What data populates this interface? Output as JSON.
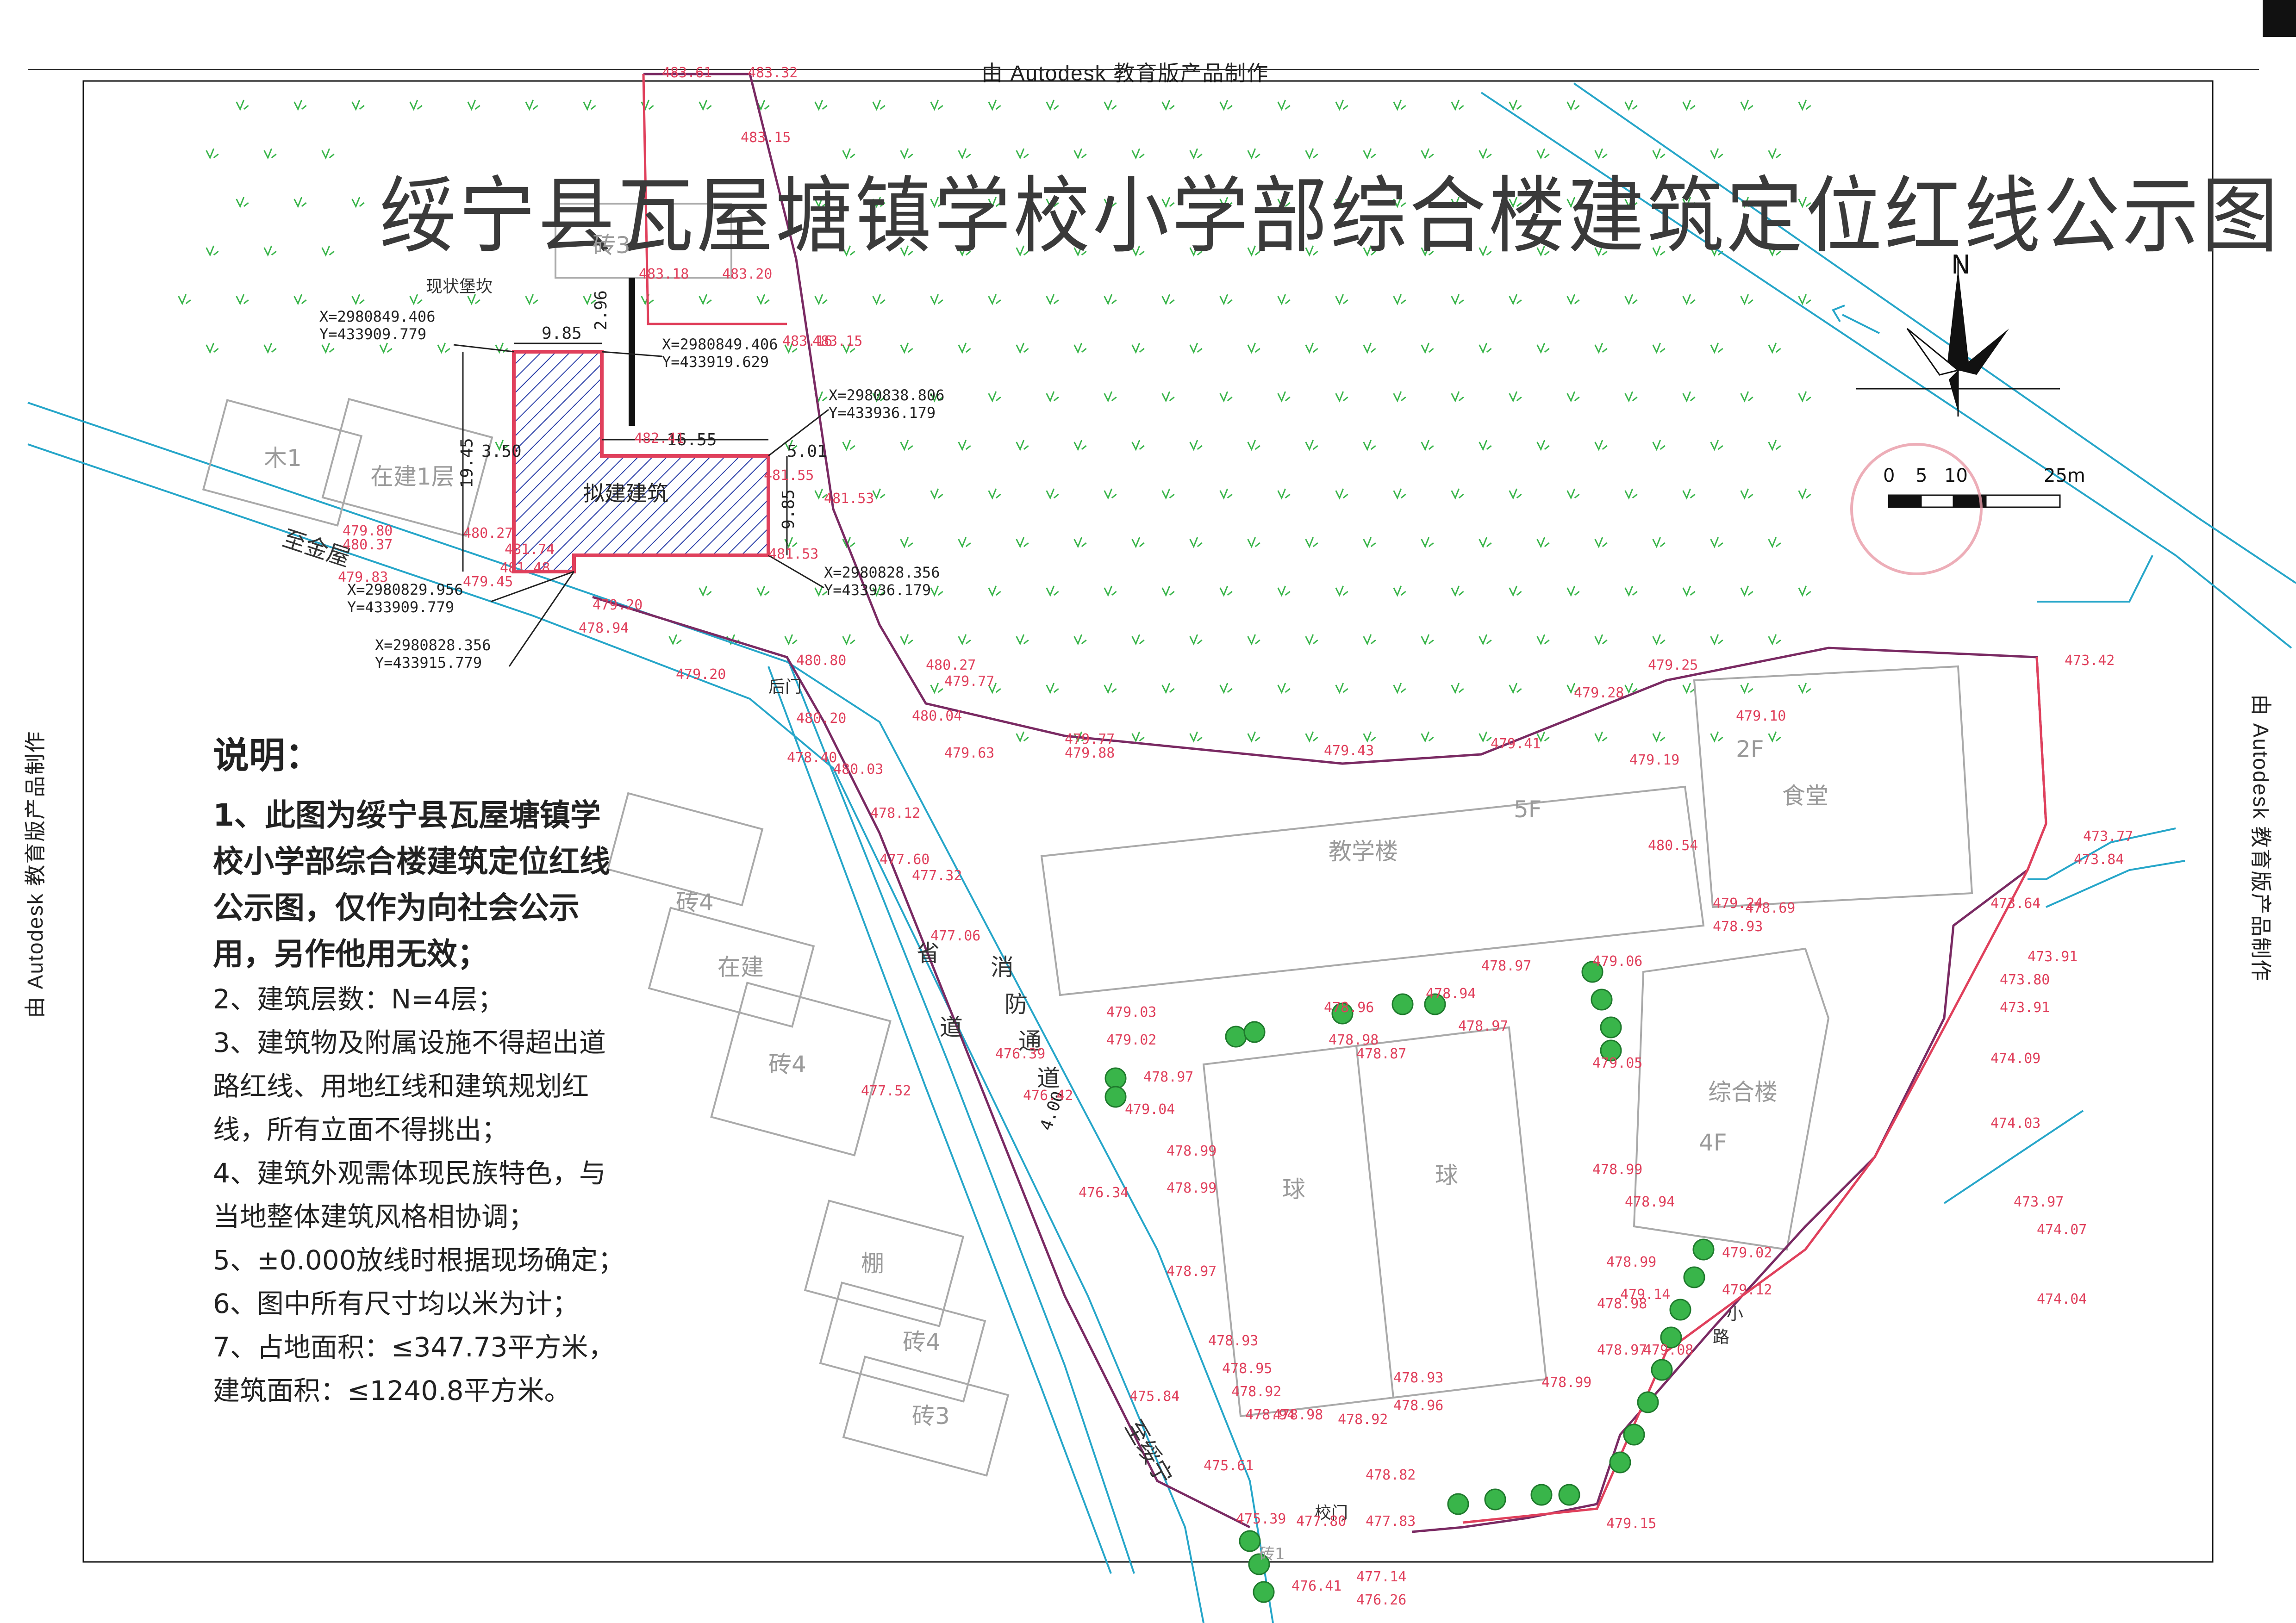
{
  "watermark": "由 Autodesk 教育版产品制作",
  "title": "绥宁县瓦屋塘镇学校小学部综合楼建筑定位红线公示图",
  "notes": {
    "heading": "说明：",
    "item1": "1、此图为绥宁县瓦屋塘镇学校小学部综合楼建筑定位红线公示图，仅作为向社会公示用，另作他用无效；",
    "item2": "2、建筑层数：N=4层；",
    "item3": "3、建筑物及附属设施不得超出道路红线、用地红线和建筑规划红线，所有立面不得挑出；",
    "item4": "4、建筑外观需体现民族特色，与当地整体建筑风格相协调；",
    "item5": "5、±0.000放线时根据现场确定；",
    "item6": "6、图中所有尺寸均以米为计；",
    "item7": "7、占地面积：≤347.73平方米，建筑面积：≤1240.8平方米。"
  },
  "north": {
    "letter": "N"
  },
  "scale_bar": {
    "t0": "0",
    "t5": "5",
    "t10": "10",
    "t25": "25m"
  },
  "coords": {
    "c1": "X=2980849.406\nY=433909.779",
    "c2": "X=2980849.406\nY=433919.629",
    "c3": "X=2980838.806\nY=433936.179",
    "c4": "X=2980829.956\nY=433909.779",
    "c5": "X=2980828.356\nY=433936.179",
    "c6": "X=2980828.356\nY=433915.779"
  },
  "dims": {
    "d1": "9.85",
    "d2": "2.96",
    "d3": "16.55",
    "d4": "5.01",
    "d5": "19.45",
    "d6": "3.50",
    "d7": "9.85",
    "d8": "4.00"
  },
  "labels": {
    "existing_fort": "现状堡坎",
    "proposed": "拟建建筑",
    "mu1": "木1",
    "under_construction_1": "在建1层",
    "brick3_top": "砖3",
    "to_jinwu": "至金屋",
    "back_gate": "后门",
    "teaching": "教学楼",
    "teaching_floors": "5F",
    "canteen": "食堂",
    "canteen_floors": "2F",
    "complex": "综合楼",
    "complex_floors": "4F",
    "ball1": "球",
    "ball2": "球",
    "brick4_a": "砖4",
    "in_construction": "在建",
    "brick4_b": "砖4",
    "shed": "棚",
    "brick4_c": "砖4",
    "brick3_b": "砖3",
    "provincial_road_1": "省",
    "provincial_road_2": "道",
    "fire_1": "消",
    "fire_2": "防",
    "fire_3": "通",
    "fire_4": "道",
    "to_suining": "至绥宁",
    "school_gate": "校门",
    "brick1": "砖1",
    "small_road_1": "小",
    "small_road_2": "路"
  },
  "elevations": [
    "483.61",
    "483.32",
    "483.15",
    "483.18",
    "483.20",
    "483.16",
    "483.15",
    "482.41",
    "481.55",
    "481.53",
    "481.53",
    "480.37",
    "480.27",
    "479.80",
    "481.74",
    "481.48",
    "479.83",
    "479.45",
    "479.20",
    "478.94",
    "480.80",
    "479.20",
    "480.20",
    "478.40",
    "480.03",
    "478.12",
    "477.60",
    "477.32",
    "477.06",
    "477.52",
    "476.39",
    "476.42",
    "476.34",
    "475.84",
    "475.61",
    "475.39",
    "477.80",
    "477.83",
    "477.14",
    "476.26",
    "476.41",
    "480.27",
    "479.77",
    "480.04",
    "479.63",
    "479.77",
    "479.88",
    "479.43",
    "479.41",
    "479.28",
    "479.25",
    "479.10",
    "479.19",
    "480.54",
    "479.24",
    "478.69",
    "478.93",
    "473.42",
    "473.77",
    "473.84",
    "473.64",
    "473.91",
    "473.80",
    "473.91",
    "474.09",
    "474.03",
    "473.97",
    "474.07",
    "474.04",
    "478.82",
    "479.15",
    "478.99",
    "479.06",
    "478.97",
    "478.94",
    "478.97",
    "478.96",
    "478.98",
    "478.87",
    "479.03",
    "479.02",
    "478.97",
    "479.04",
    "478.99",
    "478.99",
    "478.97",
    "478.93",
    "478.95",
    "478.92",
    "478.94",
    "478.98",
    "478.92",
    "478.96",
    "478.93",
    "478.97",
    "478.94",
    "478.99",
    "479.14",
    "478.99",
    "478.98",
    "479.08",
    "479.12",
    "479.02",
    "479.05"
  ],
  "colors": {
    "redline": "#e0405c",
    "road": "#26a6c9",
    "purple": "#7a2a63",
    "tree": "#39b54a",
    "hatch": "#2b3fa8"
  }
}
